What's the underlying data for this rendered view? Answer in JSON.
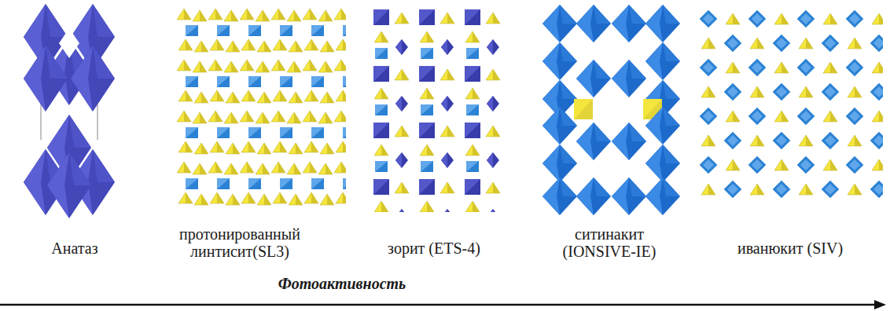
{
  "diagram": {
    "labels": [
      "Анатаз",
      "протонированный линтисит(SL3)",
      "зорит (ETS-4)",
      "ситинакит (IONSIVE-IE)",
      "иванюкит (SIV)",
      "Фотоактивность"
    ]
  }
}
